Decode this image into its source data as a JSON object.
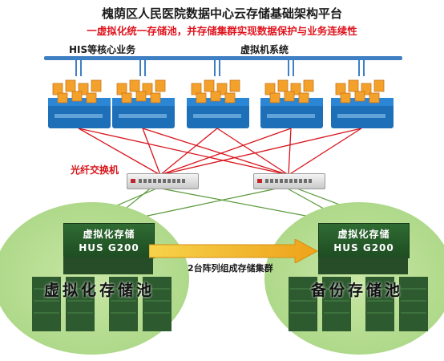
{
  "title": "槐荫区人民医院数据中心云存储基础架构平台",
  "subtitle": "一虚拟化统一存储池，并存储集群实现数据保护与业务连续性",
  "bus": {
    "left_label": "HIS等核心业务",
    "right_label": "虚拟机系统"
  },
  "switch_label": "光纤交换机",
  "storage_left": {
    "name": "虚拟化存储",
    "model": "HUS G200"
  },
  "storage_right": {
    "name": "虚拟化存储",
    "model": "HUS G200"
  },
  "cluster_label": "2台阵列组成存储集群",
  "pools": {
    "left": "虚拟化存储池",
    "right": "备份存储池"
  },
  "colors": {
    "bus": "#3f7fc4",
    "accent_red": "#e0141e",
    "pool_green": "#afd98a",
    "storage_green": "#1e4d22",
    "arrow_yellow": "#f1c21b",
    "cable_red": "#d8141c"
  }
}
